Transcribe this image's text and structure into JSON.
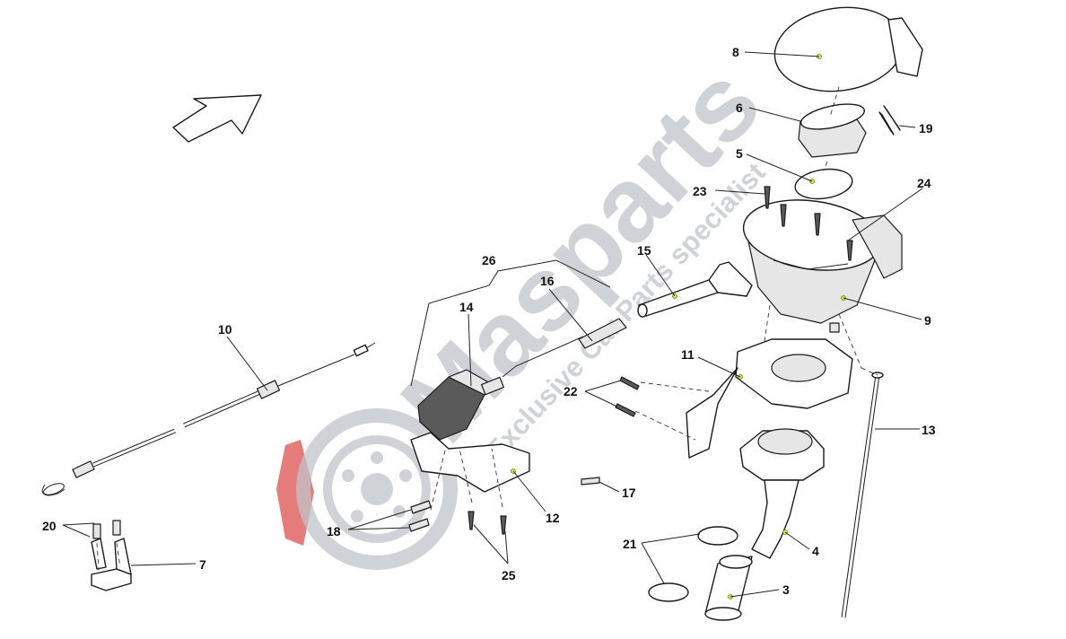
{
  "watermark": {
    "brand": "Masparts",
    "tagline": "Exclusive Car Parts specialist"
  },
  "callouts": [
    "8",
    "6",
    "19",
    "5",
    "23",
    "24",
    "26",
    "15",
    "16",
    "14",
    "9",
    "10",
    "11",
    "22",
    "13",
    "17",
    "12",
    "20",
    "18",
    "4",
    "21",
    "7",
    "25",
    "3"
  ],
  "colors": {
    "watermark_red": "#e05a5a",
    "watermark_gray": "#bfc3c9",
    "marker": "#d7e84a"
  }
}
